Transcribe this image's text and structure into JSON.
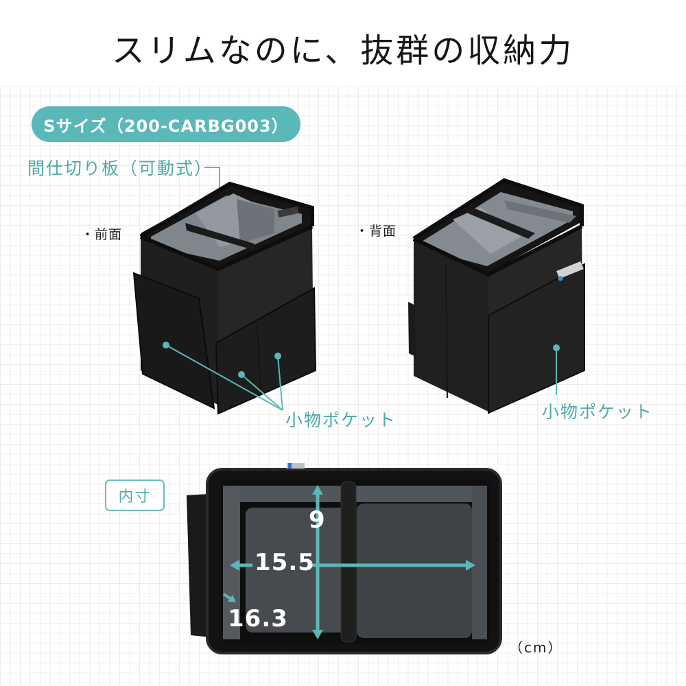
{
  "header": {
    "title": "スリムなのに、抜群の収納力"
  },
  "size_badge": {
    "label": "Sサイズ（200-CARBG003）"
  },
  "callouts": {
    "divider": "間仕切り板（可動式）",
    "pocket_front": "小物ポケット",
    "pocket_back": "小物ポケット"
  },
  "views": {
    "front": "・前面",
    "back": "・背面"
  },
  "inner_dimensions": {
    "label": "内寸",
    "depth": "9",
    "width": "15.5",
    "height": "16.3",
    "unit": "（cm）"
  },
  "colors": {
    "accent_teal": "#5ab8b8",
    "accent_teal_text": "#4fa9a9",
    "bag_black": "#1c1c1c",
    "lining_gray": "#8a9096"
  }
}
